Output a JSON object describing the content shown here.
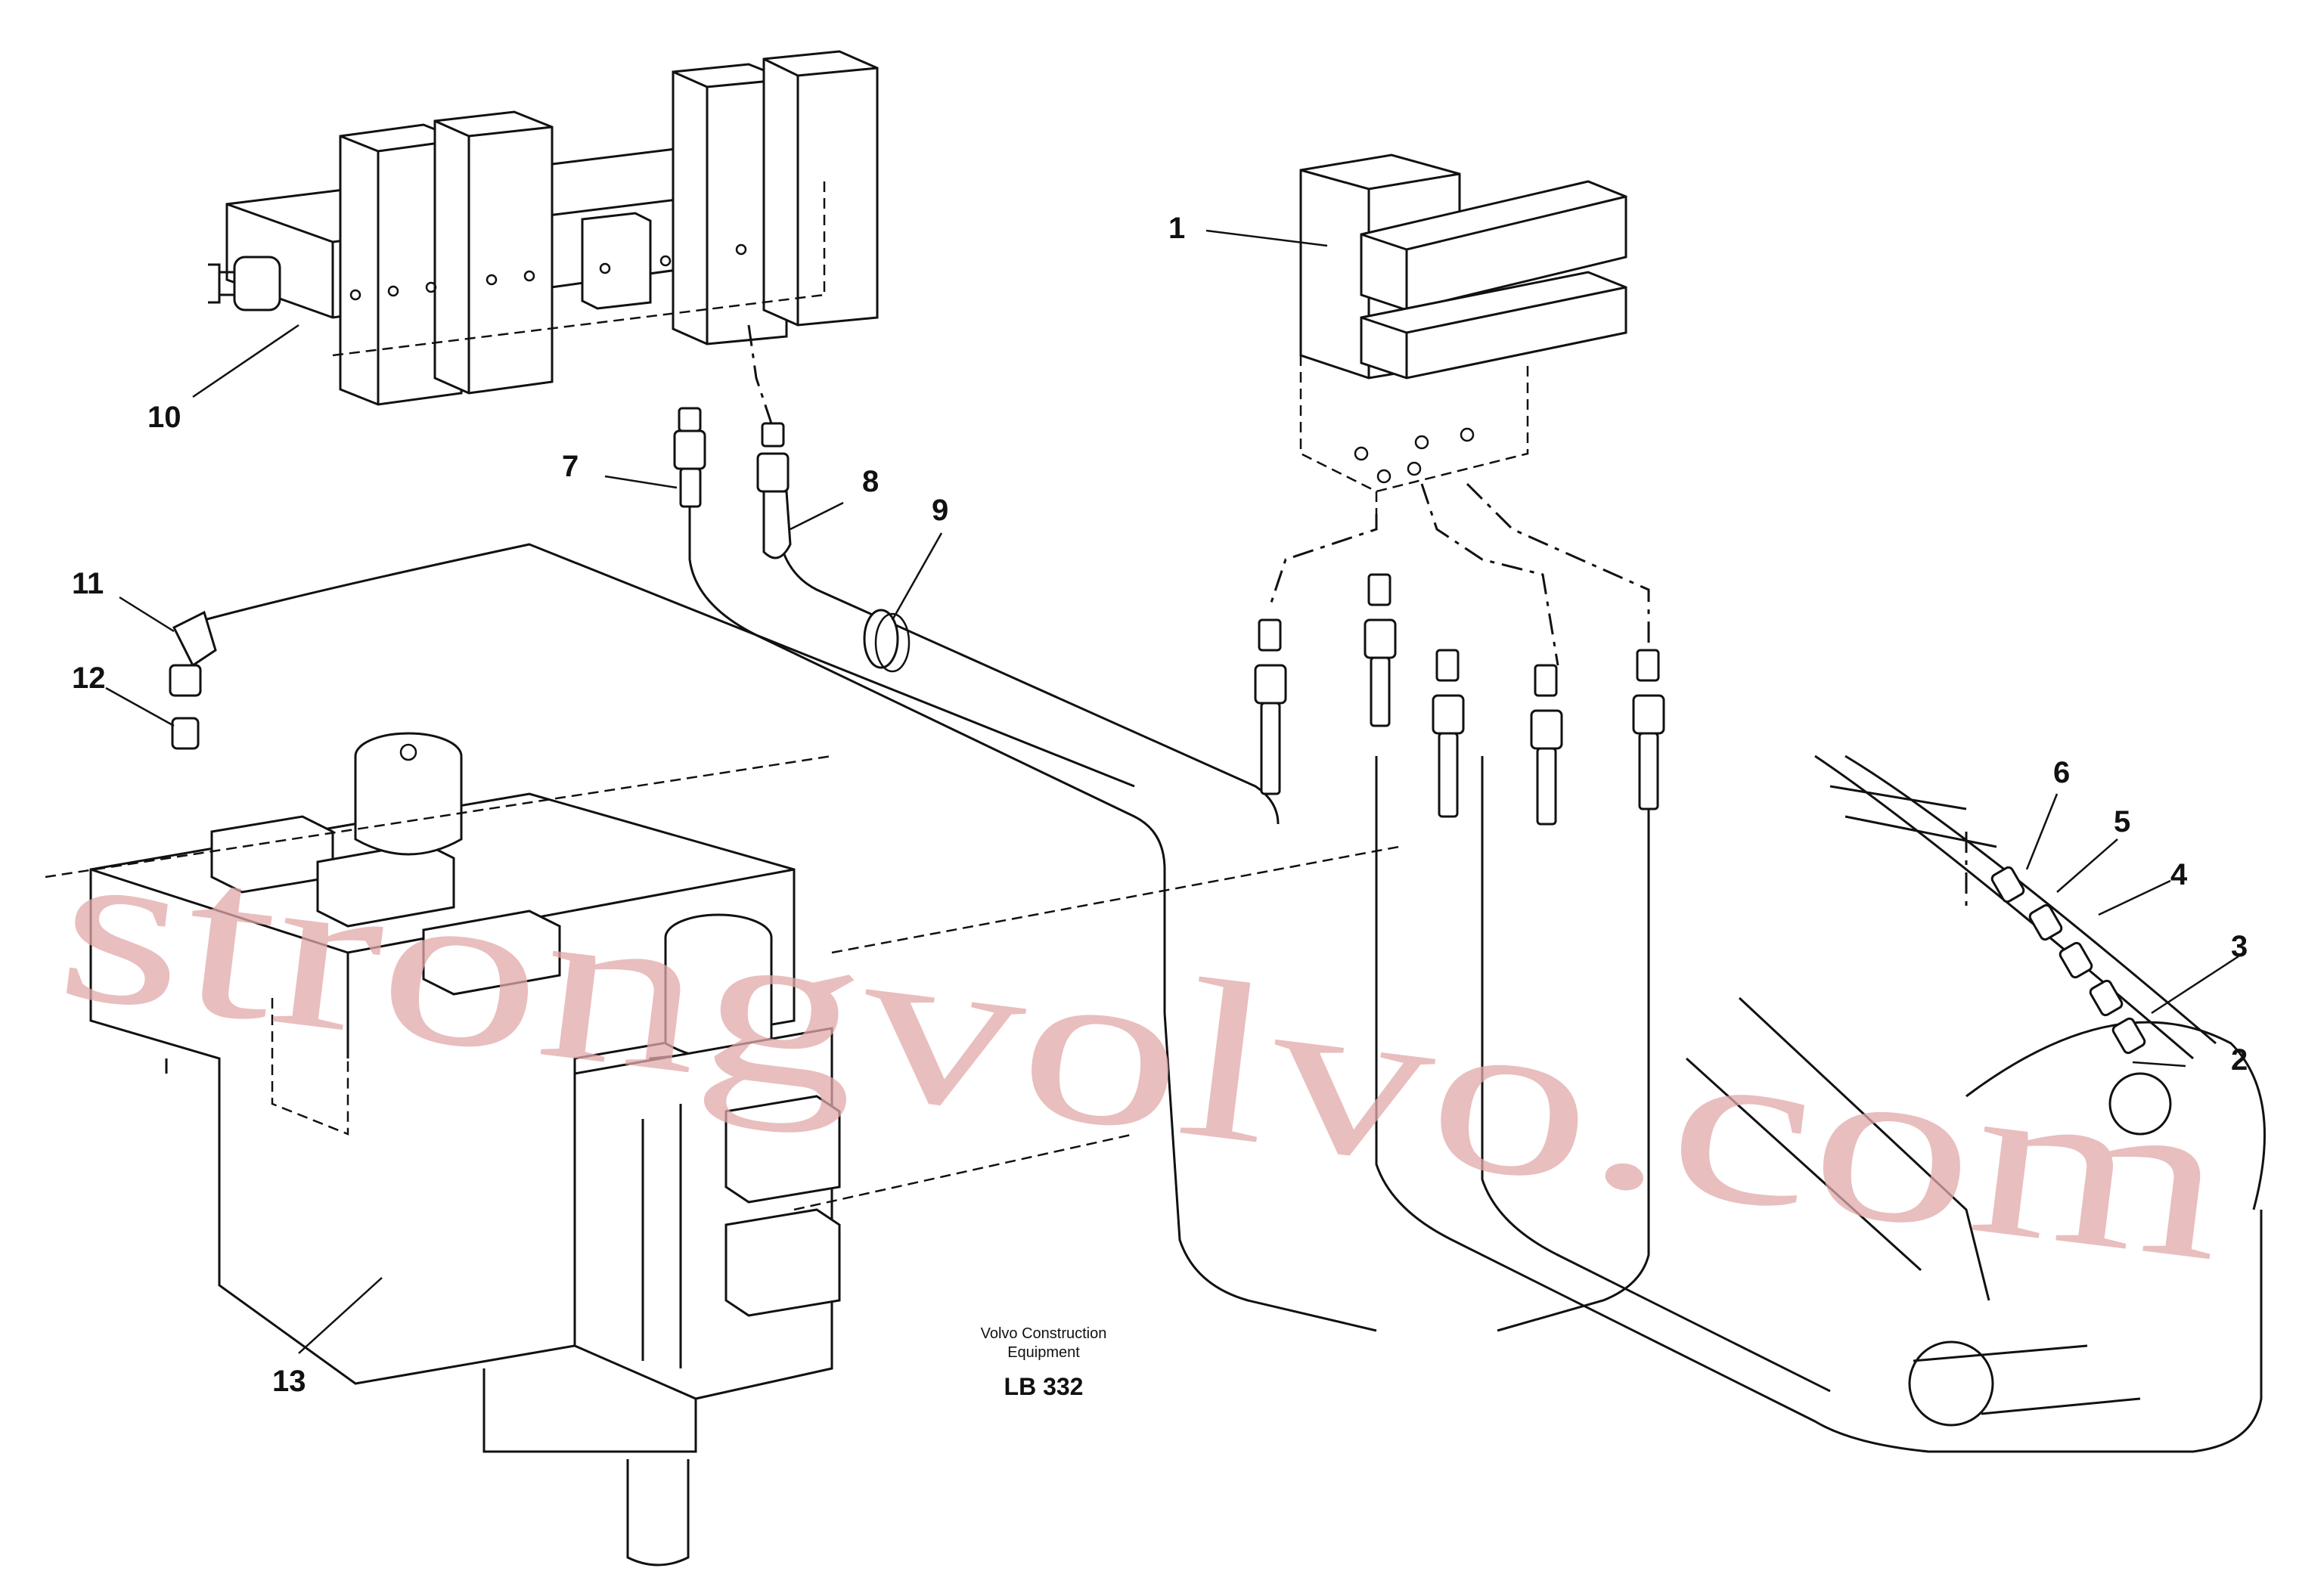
{
  "callouts": [
    {
      "label": "1"
    },
    {
      "label": "2"
    },
    {
      "label": "3"
    },
    {
      "label": "4"
    },
    {
      "label": "5"
    },
    {
      "label": "6"
    },
    {
      "label": "7"
    },
    {
      "label": "8"
    },
    {
      "label": "9"
    },
    {
      "label": "10"
    },
    {
      "label": "11"
    },
    {
      "label": "12"
    },
    {
      "label": "13"
    }
  ],
  "caption": {
    "line1": "Volvo Construction",
    "line2": "Equipment",
    "code": "LB 332"
  },
  "watermark": "strongvolvo.com"
}
